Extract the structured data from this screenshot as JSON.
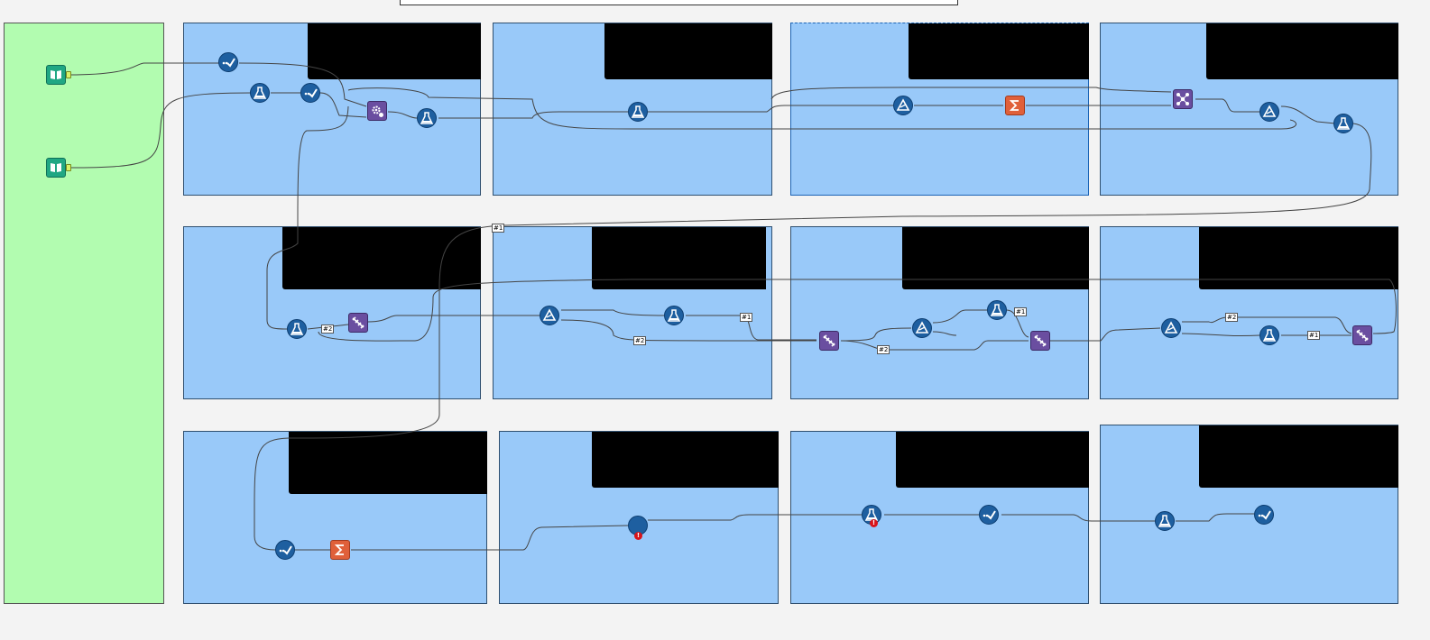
{
  "connection_labels": {
    "c1": "#1",
    "c2": "#2",
    "c3": "#1",
    "c4": "#2",
    "c5": "#1",
    "c6": "#2",
    "c7": "#2",
    "c8": "#1"
  },
  "error_markers": {
    "e1": "!",
    "e2": "!"
  },
  "colors": {
    "canvas": "#f3f3f3",
    "input_container": "#b2fcb0",
    "container": "#99c9f9",
    "tool_blue": "#1e5fa0",
    "tool_purple": "#6a4ea0",
    "tool_orange": "#e0603a",
    "tool_input": "#20a783",
    "anchor": "#d7f26a",
    "error": "#d8141a"
  },
  "icons": {
    "input": "book-icon",
    "select": "select-check-icon",
    "formula": "flask-icon",
    "filter": "triangle-filter-icon",
    "summarize": "sigma-icon",
    "join": "dna-join-icon",
    "multi_join": "network-icon",
    "macro": "gear-icon"
  }
}
